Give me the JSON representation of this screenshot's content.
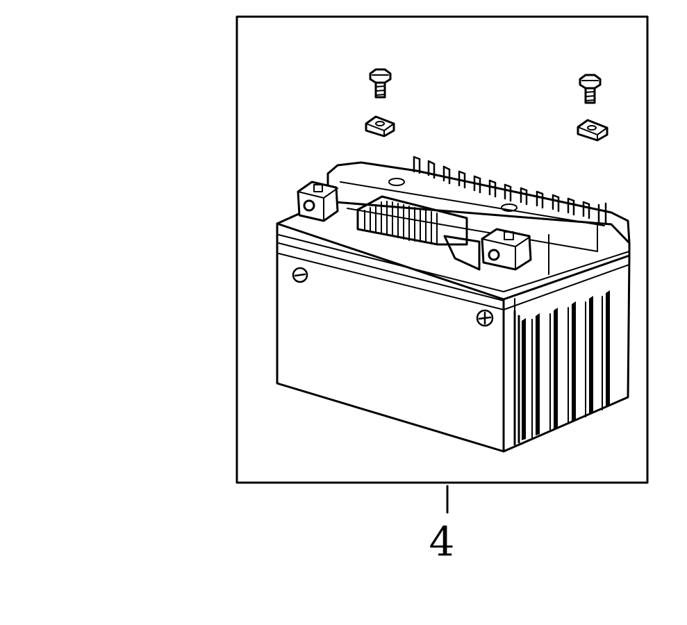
{
  "figure": {
    "callouts": [
      {
        "label": "4",
        "target": "battery-assembly"
      }
    ],
    "parts": [
      {
        "name": "battery",
        "icon": "battery-icon"
      },
      {
        "name": "terminal-bolt-left",
        "icon": "bolt-icon"
      },
      {
        "name": "terminal-bolt-right",
        "icon": "bolt-icon"
      },
      {
        "name": "terminal-nut-left",
        "icon": "nut-icon"
      },
      {
        "name": "terminal-nut-right",
        "icon": "nut-icon"
      }
    ],
    "line_color": "#000000",
    "background_color": "#ffffff"
  }
}
